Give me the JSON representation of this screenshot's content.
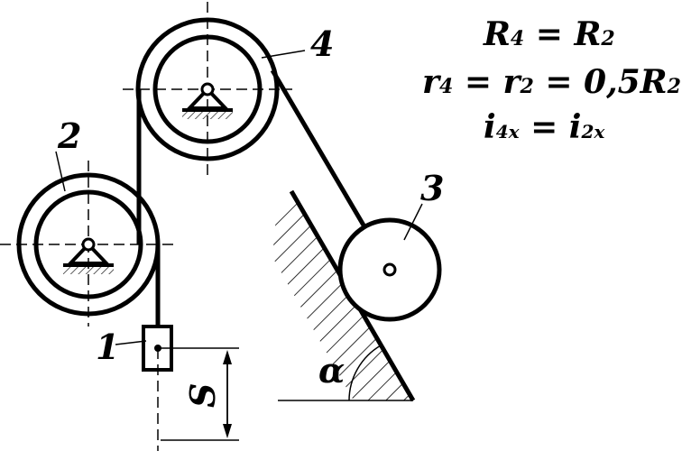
{
  "labels": {
    "body1": "1",
    "body2": "2",
    "body3": "3",
    "body4": "4",
    "displacement": "S",
    "angle": "α"
  },
  "equations": {
    "eq1": {
      "a": "R",
      "a_sub": "4",
      "mid": " = R",
      "b_sub": "2",
      "tail": ""
    },
    "eq2": {
      "a": "r",
      "a_sub": "4",
      "mid": " = r",
      "b_sub": "2",
      "tail": " = 0,5R",
      "tail_sub": "2"
    },
    "eq3": {
      "a": "i",
      "a_sub": "4x",
      "mid": " = i",
      "b_sub": "2x",
      "tail": ""
    }
  }
}
